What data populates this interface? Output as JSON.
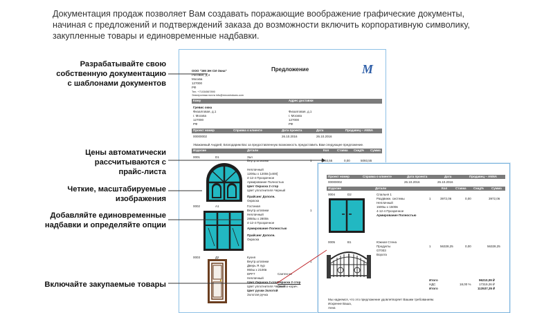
{
  "intro": {
    "line1": "Документация продаж позволяет Вам создавать поражающие воображение графические документы,",
    "line2": "начиная с предложений и подтверждений заказа до возможности включить корпоративную символику,",
    "line3": "закупленные товары и единовременные надбавки."
  },
  "callouts": {
    "c1": [
      "Разрабатывайте свою",
      "собственную документацию",
      "с шаблонами документов"
    ],
    "c2": [
      "Цены автоматически",
      "рассчитываются с",
      "прайс-листа"
    ],
    "c3": [
      "Четкие, масштабируемые",
      "изображения"
    ],
    "c4": [
      "Добавляйте единовременные",
      "надбавки и определяйте опции"
    ],
    "c5": [
      "Включайте закупаемые товары"
    ]
  },
  "doc1": {
    "company": "ООО \"ЭМ ЭН СИ Окна\"",
    "company_addr": [
      "Россвал, д.3",
      "Москва",
      "127000",
      "РФ"
    ],
    "company_contacts": [
      "Тел.   +71034567890",
      "Электронная почта   info@mncwindows.com"
    ],
    "title": "Предложение",
    "logo": "M",
    "headers": {
      "client": "Кому",
      "delivery": "Адрес доставки"
    },
    "client": {
      "name": "Гревис окна",
      "lines": [
        "Физалговая, д.1",
        "г. Москва",
        "127000",
        "РФ"
      ]
    },
    "delivery": {
      "lines": [
        "Физалговая, д.1",
        "г. Москва",
        "127000",
        "РФ"
      ]
    },
    "project_headers": [
      "Проект номер",
      "Справка о клиенте",
      "Дата проекта",
      "Дата",
      "Продавец – ANNA"
    ],
    "project_values": [
      "00000002",
      "",
      "26.10.2016",
      "26.10.2016",
      ""
    ],
    "greeting": "Уважаемый Андрей, Благодарим Вас за предоставленную возможность предоставить Вам следующее предложение.",
    "item_headers": [
      "Изделие",
      "Детали",
      "Кол",
      "Ставка",
      "Скид%",
      "Сумма"
    ],
    "items": [
      {
        "code": "0001",
        "pos": "D1",
        "name": "Зал",
        "details": [
          "Внутр.штапики",
          "Неплачный",
          "1200ш x 1200в [х400]",
          "4-12-4 Прозрачное",
          "Армирование   Полностью",
          "Цвет   Окраска 2 стор",
          "Цвет уплотнителя   Черный",
          "",
          "Прайсинг Дополн.",
          "Окраска"
        ],
        "qty": "1",
        "rate": "5093,55",
        "disc": "0,00",
        "sum": "5093,55"
      },
      {
        "code": "0002",
        "pos": "A1",
        "name": "Гостиная",
        "details": [
          "Внутр.штапики",
          "Неплачный",
          "2850ш x 2800в",
          "4-12-4 Прозрачное",
          "Армирование   Полностью",
          "",
          "Прайсинг Дополн.",
          "Окраска"
        ],
        "qty": "1",
        "rate": "",
        "disc": "",
        "sum": ""
      },
      {
        "code": "0003",
        "pos": "Д2",
        "name": "Кухня",
        "details": [
          "Внутр.штапики",
          "Дверь Я лур",
          "950ш x 2100в",
          "DPF7",
          "Неплачный",
          "Цвет   Окраска 2 стор",
          "Цвет уплотнителя   Черный",
          "Цвет ручки   Золотой",
          "Золотая ручка"
        ],
        "qty": "1",
        "rate": "",
        "disc": "",
        "sum": ""
      }
    ],
    "extras": [
      "Сантех-ке",
      "Светло-корич.",
      "Окраска 2 стор"
    ]
  },
  "doc2": {
    "project_headers": [
      "Проект номер",
      "Справка о клиенте",
      "Дата проекта",
      "Дата",
      "Продавец – ANNA"
    ],
    "project_values": [
      "00000002",
      "",
      "26.10.2016",
      "26.10.2016",
      ""
    ],
    "item_headers": [
      "Изделие",
      "Детали",
      "Кол",
      "Ставка",
      "Скид%",
      "Сумма"
    ],
    "items": [
      {
        "code": "0004",
        "pos": "D2",
        "details": [
          "Спальня 1",
          "Раздвижн. системы",
          "Неплачный",
          "1500ш x 1500в",
          "4-12-4 Прозрачное",
          "Армирование   Полностью"
        ],
        "qty": "1",
        "rate": "3972,06",
        "disc": "0,00",
        "sum": "3972,06"
      },
      {
        "code": "0005",
        "pos": "B1",
        "details": [
          "Южная Стена",
          "Продукты",
          "GT003",
          "Ворота"
        ],
        "qty": "1",
        "rate": "56328,25",
        "disc": "0,00",
        "sum": "56328,25"
      }
    ],
    "totals": [
      {
        "label": "Итого",
        "pct": "",
        "value": "96210,09 ₽"
      },
      {
        "label": "НДС",
        "pct": "18,00 %",
        "value": "17319,26 ₽"
      },
      {
        "label": "Итого",
        "pct": "",
        "value": "113537,35 ₽"
      }
    ],
    "footer": [
      "Мы надеемся, что это предложение удовлетворяет Вашим требованиям.",
      "Искренне Ваша,",
      "Анна"
    ]
  }
}
